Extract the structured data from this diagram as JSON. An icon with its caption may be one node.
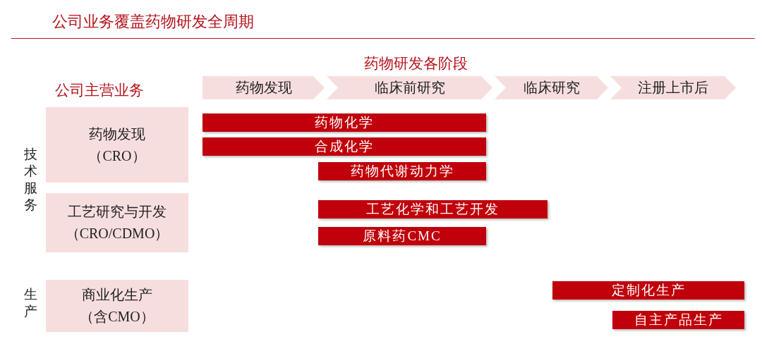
{
  "diagram": {
    "title": "公司业务覆盖药物研发全周期",
    "nodes": [
      {
        "text": [
          "技术服务"
        ]
      },
      {
        "text": [
          "药物发现",
          "（CRO）"
        ],
        "in": 0
      },
      {
        "text": [
          "工艺研究与开发",
          "（CRO/CDMO）"
        ],
        "in": 0
      },
      {
        "text": [
          "生产"
        ]
      },
      {
        "text": [
          "商业化生产",
          "（含CMO）"
        ],
        "in": 3
      },
      {
        "text": [
          "药物发现"
        ]
      },
      {
        "text": [
          "临床前研究"
        ]
      },
      {
        "text": [
          "临床研究"
        ]
      },
      {
        "text": [
          "注册上市后"
        ]
      },
      {
        "text": [
          "药物化学"
        ]
      },
      {
        "text": [
          "合成化学"
        ]
      },
      {
        "text": [
          "药物代谢动力学"
        ]
      },
      {
        "text": [
          "工艺化学和工艺开发"
        ]
      },
      {
        "text": [
          "原料药CMC"
        ]
      },
      {
        "text": [
          "定制化生产"
        ]
      },
      {
        "text": [
          "自主产品生产"
        ]
      }
    ],
    "edges": [],
    "labels": [
      "药物研发各阶段",
      "公司主营业务"
    ]
  }
}
